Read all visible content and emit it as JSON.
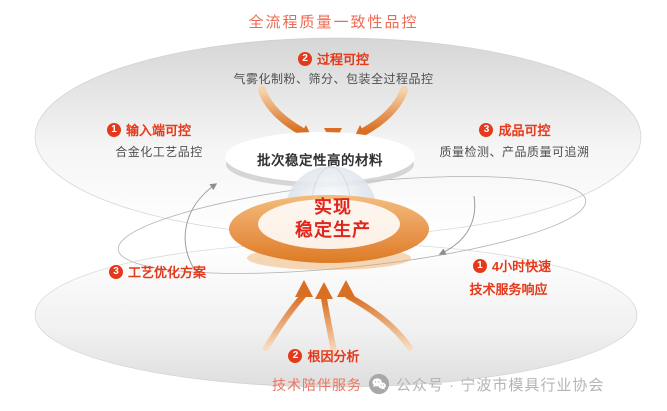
{
  "title": "全流程质量一致性品控",
  "top_section": {
    "items": [
      {
        "badge": "1",
        "label": "输入端可控",
        "desc": "合金化工艺品控"
      },
      {
        "badge": "2",
        "label": "过程可控",
        "desc": "气雾化制粉、筛分、包装全过程品控"
      },
      {
        "badge": "3",
        "label": "成品可控",
        "desc": "质量检测、产品质量可追溯"
      }
    ],
    "result_box": "批次稳定性高的材料"
  },
  "core": {
    "line1": "实现",
    "line2": "稳定生产"
  },
  "bottom_section": {
    "items": [
      {
        "badge": "3",
        "label": "工艺优化方案"
      },
      {
        "badge": "1",
        "label": "4小时快速",
        "label2": "技术服务响应"
      },
      {
        "badge": "2",
        "label": "根因分析"
      }
    ],
    "caption": "技术陪伴服务"
  },
  "watermark": {
    "icon": "wechat-icon",
    "text": "公众号 · 宁波市模具行业协会"
  },
  "colors": {
    "accent_red": "#e5391b",
    "core_red": "#e0261c",
    "title_coral": "#ed6a52",
    "arrow_orange": "#d96f22",
    "ring_orange": "#e58a38",
    "desc_gray": "#4f4f4f",
    "ellipse_gray": "#d8d8d8",
    "watermark_gray": "#b5b5b5"
  }
}
